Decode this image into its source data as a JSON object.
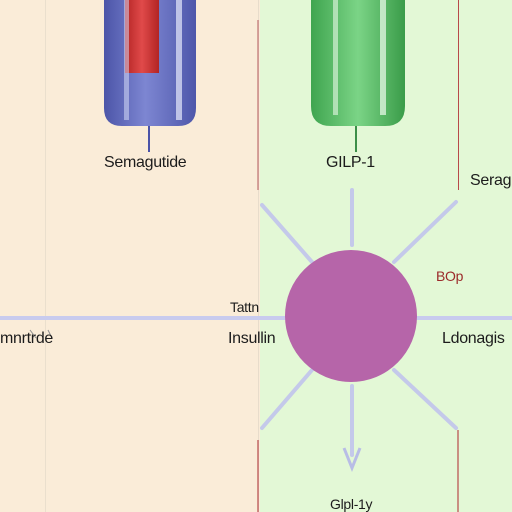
{
  "labels": {
    "semaglutide": "Semagutide",
    "glp1_top": "GILP-1",
    "right_top": "Serag",
    "bop": "BOp",
    "tatin": "Tattn",
    "insulin": "Insullin",
    "left_mid": "mnrtrde",
    "ldonagis": "Ldonagis",
    "glp1_bottom": "Glpl-1y"
  },
  "colors": {
    "left_panel": "#faecd8",
    "right_panel": "#e3f8d6",
    "blue_tube": "#6f78c4",
    "red_fill": "#d23a3a",
    "green_tube": "#5cc06a",
    "circle": "#b665a9",
    "rays": "#c4c9ea",
    "axis": "#c8cbee",
    "red_line": "#b84a4a"
  }
}
